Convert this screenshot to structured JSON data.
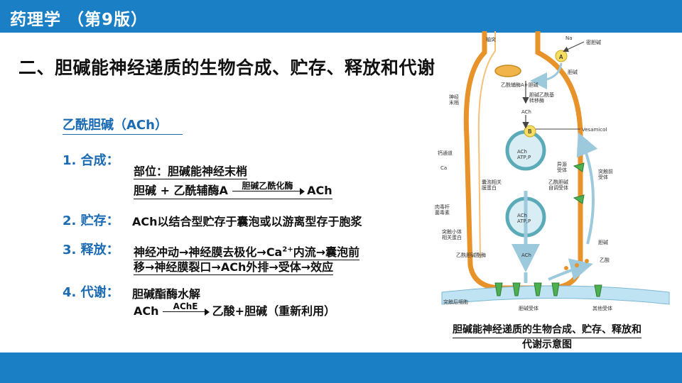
{
  "header": {
    "title": "药理学 （第9版）"
  },
  "heading": "二、胆碱能神经递质的生物合成、贮存、释放和代谢",
  "section_title": "乙酰胆碱（ACh）",
  "items": [
    {
      "label": "1.  合成：",
      "line1": "部位：胆碱能神经末梢",
      "eq_left": "胆碱 + 乙酰辅酶A",
      "eq_enzyme": "胆碱乙酰化酶",
      "eq_right": "ACh"
    },
    {
      "label": "2.  贮存：",
      "line1": "ACh以结合型贮存于囊泡或以游离型存于胞浆"
    },
    {
      "label": "3.  释放：",
      "line1a": "神经冲动→神经膜去极化→Ca",
      "line1sup": "2+",
      "line1b": "内流→囊泡前",
      "line2": "移→神经膜裂口→ACh外排→受体→效应"
    },
    {
      "label": "4.  代谢：",
      "line1": "胆碱酯酶水解",
      "eq_left": "ACh",
      "eq_enzyme": "AChE",
      "eq_right": "乙酸+胆碱（重新利用）"
    }
  ],
  "caption": {
    "line1": "胆碱能神经递质的生物合成、贮存、释放和",
    "line2": "代谢示意图"
  },
  "diagram_labels": {
    "axon": "轴突",
    "nerve_ending": "神经\n末梢",
    "na": "Na",
    "a": "A",
    "hemicholinium": "密胆碱",
    "choline_top": "胆碱",
    "acetylcoa_choline": "乙酰辅酶A+胆碱",
    "chat": "胆碱乙酰基\n转移酶",
    "ach1": "ACh",
    "b": "B",
    "vesamicol": "Vesamicol",
    "ach_atp_p_1": "ACh\nATP,P",
    "ca_channel": "钙通道",
    "ca": "Ca",
    "vesicle_protein": "囊泡相关\n膜蛋白",
    "ach_atp_p_2": "ACh\nATP,P",
    "hetero_receptor": "异源\n受体",
    "presynaptic_receptor": "突触前\n受体",
    "ach_autoreceptor": "乙酰胆碱\n自调受体",
    "botulinum": "肉毒杆\n菌毒素",
    "synaptosome_protein": "突触小体\n相关蛋白",
    "ach2": "ACh",
    "choline_right": "胆碱",
    "ache": "乙酰胆碱酯酶",
    "acetate": "乙酸",
    "postsynaptic": "突触后细胞",
    "cholinergic_receptor": "胆碱受体",
    "other_receptor": "其他受体"
  },
  "colors": {
    "bar": "#1a7fc4",
    "label_blue": "#1a6bb3",
    "axon": "#e8922a",
    "vesicle": "#5aaab8",
    "receptor": "#4caf50",
    "membrane": "#bfe3f2"
  }
}
